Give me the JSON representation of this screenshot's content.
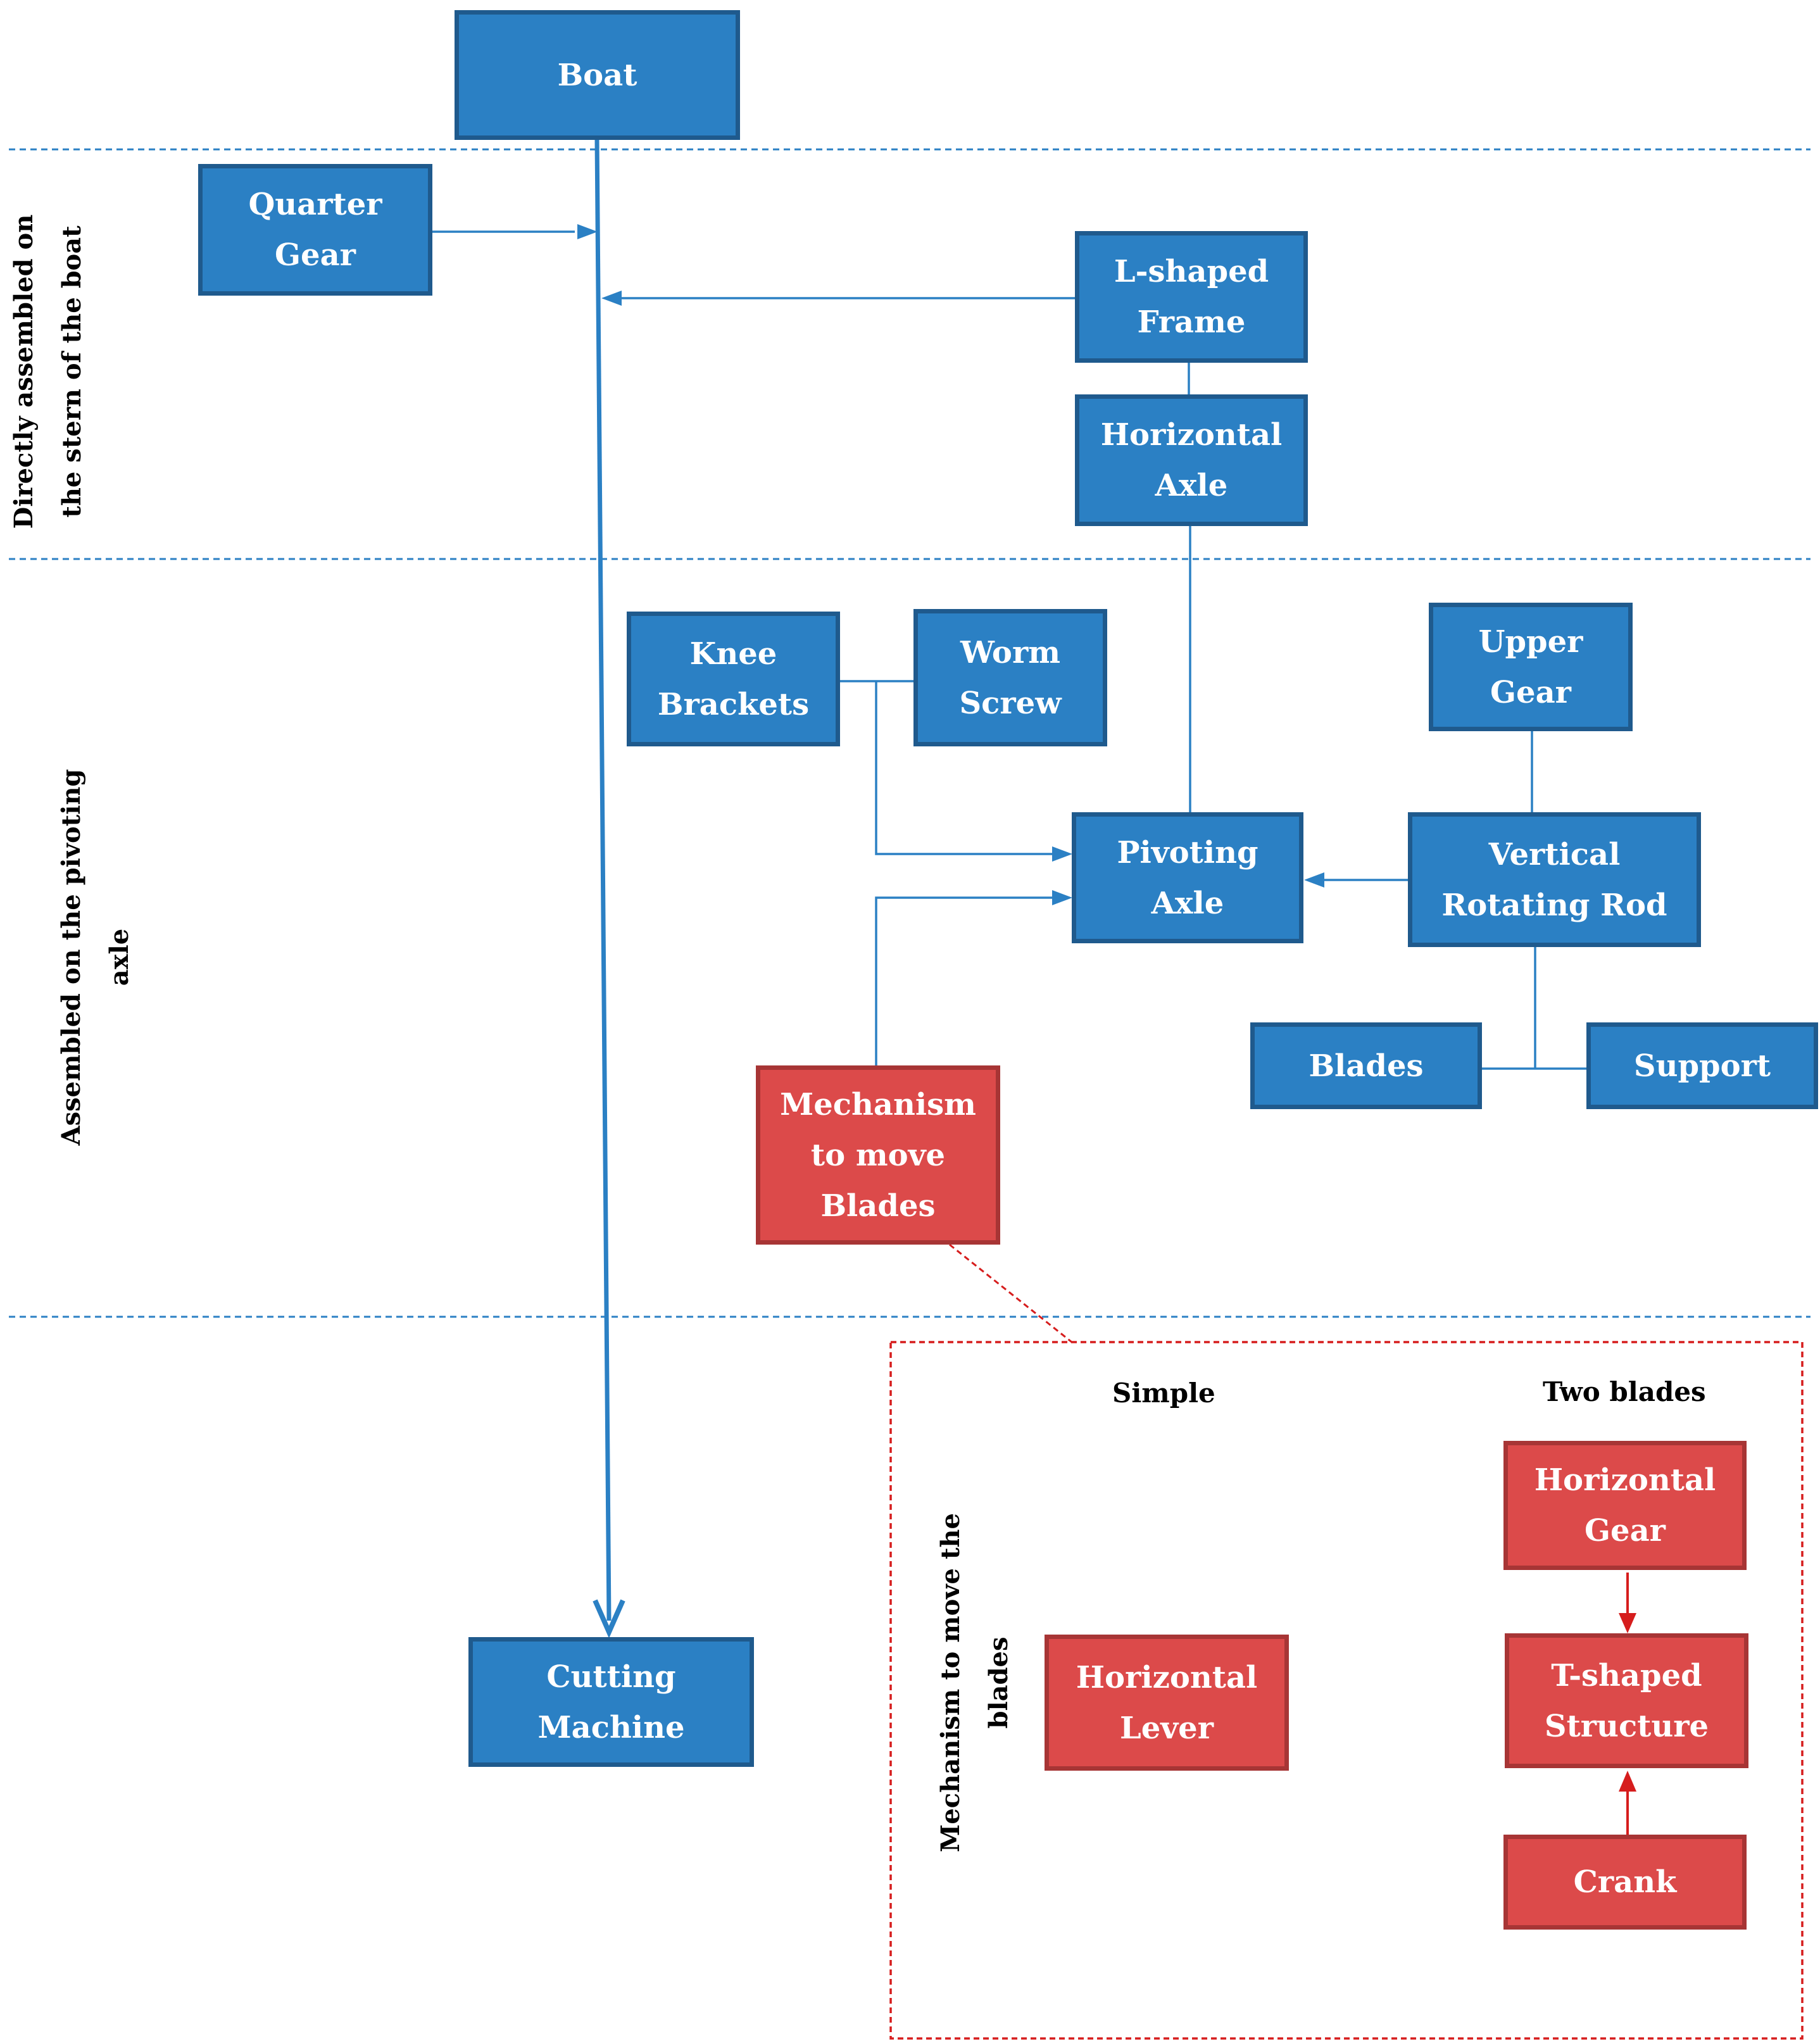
{
  "colors": {
    "blue_fill": "#2b80c4",
    "blue_border": "#1f5a8d",
    "red_fill": "#dc4a4a",
    "red_border": "#a73535",
    "connector_blue": "#2b80c4",
    "connector_red": "#d61d1d",
    "divider": "#2b80c4"
  },
  "sections": {
    "stern": "Directly assembled on\nthe stern of the boat",
    "pivoting": "Assembled on the pivoting axle",
    "mechanism": "Mechanism to move the blades"
  },
  "mechanism_panel": {
    "simple_heading": "Simple",
    "two_blades_heading": "Two blades"
  },
  "nodes": {
    "boat": "Boat",
    "quarter_gear": "Quarter\nGear",
    "l_frame": "L-shaped\nFrame",
    "horizontal_axle": "Horizontal\nAxle",
    "knee_brackets": "Knee\nBrackets",
    "worm_screw": "Worm\nScrew",
    "upper_gear": "Upper\nGear",
    "pivoting_axle": "Pivoting\nAxle",
    "vertical_rod": "Vertical\nRotating Rod",
    "blades": "Blades",
    "support": "Support",
    "mechanism_box": "Mechanism\nto move\nBlades",
    "cutting_machine": "Cutting\nMachine",
    "horizontal_lever": "Horizontal\nLever",
    "horizontal_gear": "Horizontal\nGear",
    "t_structure": "T-shaped\nStructure",
    "crank": "Crank"
  }
}
